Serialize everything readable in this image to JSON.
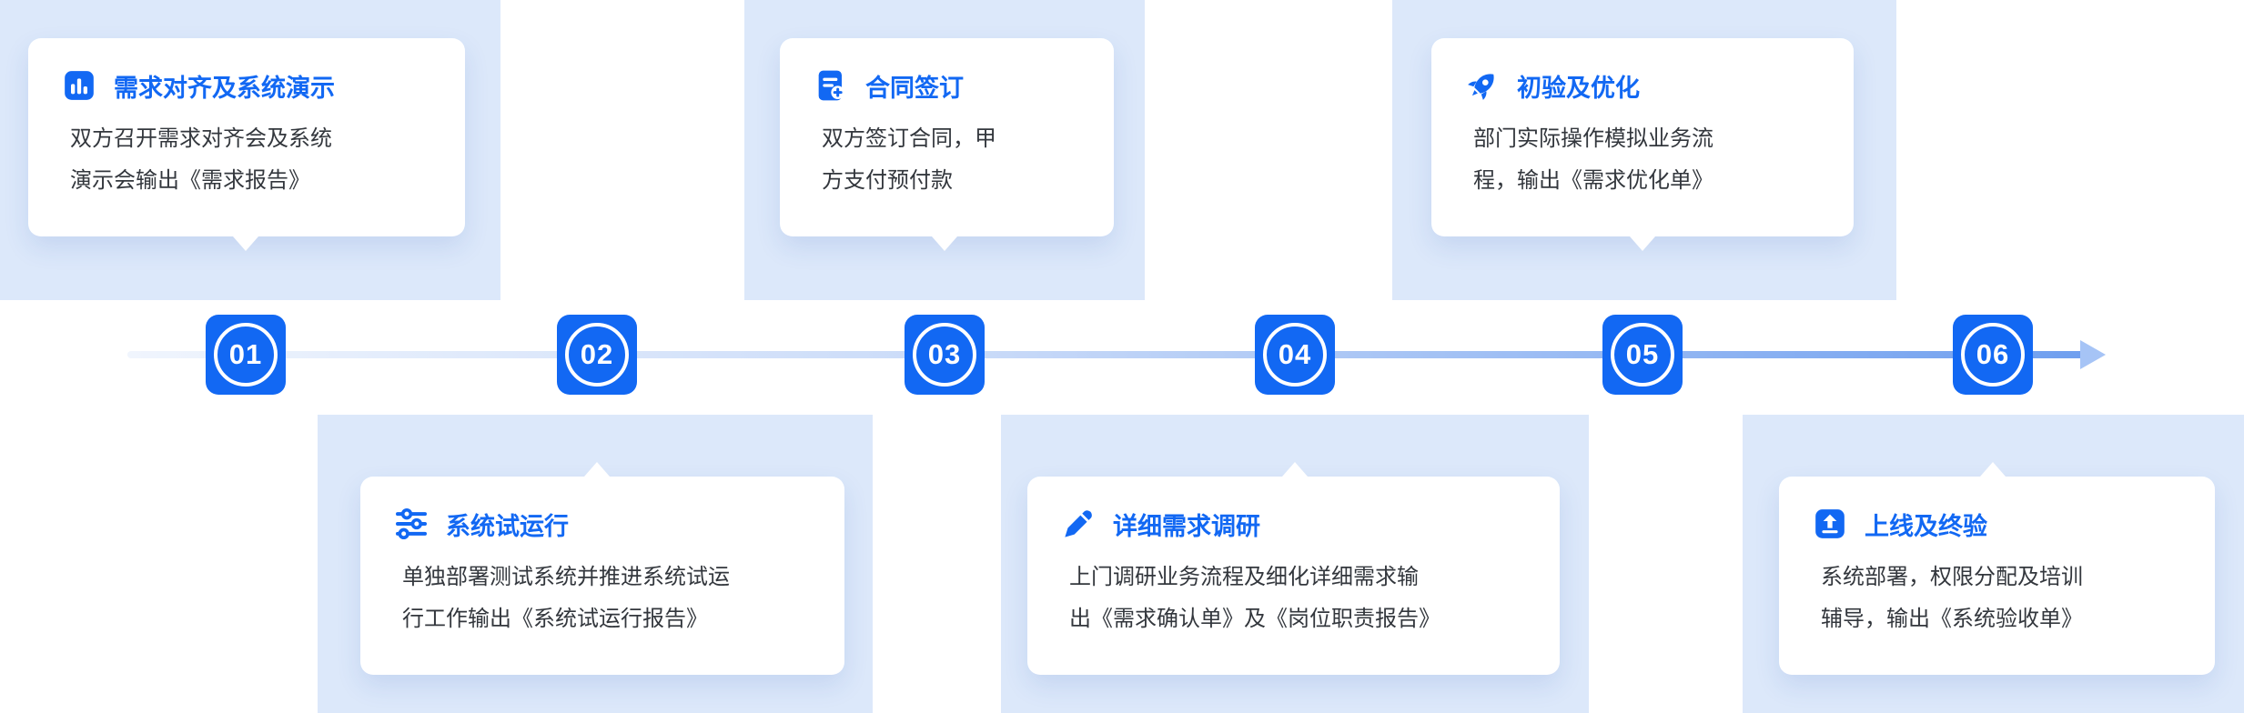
{
  "colors": {
    "accent": "#1268F3",
    "panel_bg": "#DCE8FA",
    "card_bg": "#FFFFFF",
    "desc_text": "#33373D",
    "timeline_gradient_start": "#F0F5FD",
    "timeline_gradient_end": "#6F9FEF",
    "arrow": "#A6C4F6"
  },
  "steps": [
    {
      "number": "01",
      "title": "需求对齐及系统演示",
      "desc": "双方召开需求对齐会及系统演示会输出《需求报告》",
      "icon": "bar-chart-icon",
      "position": "top"
    },
    {
      "number": "02",
      "title": "系统试运行",
      "desc": "单独部署测试系统并推进系统试运行工作输出《系统试运行报告》",
      "icon": "sliders-icon",
      "position": "bottom"
    },
    {
      "number": "03",
      "title": "合同签订",
      "desc": "双方签订合同，甲方支付预付款",
      "icon": "contract-icon",
      "position": "top"
    },
    {
      "number": "04",
      "title": "详细需求调研",
      "desc": "上门调研业务流程及细化详细需求输出《需求确认单》及《岗位职责报告》",
      "icon": "pen-icon",
      "position": "bottom"
    },
    {
      "number": "05",
      "title": "初验及优化",
      "desc": "部门实际操作模拟业务流程，输出《需求优化单》",
      "icon": "rocket-icon",
      "position": "top"
    },
    {
      "number": "06",
      "title": "上线及终验",
      "desc": "系统部署，权限分配及培训辅导，输出《系统验收单》",
      "icon": "upload-icon",
      "position": "bottom"
    }
  ]
}
